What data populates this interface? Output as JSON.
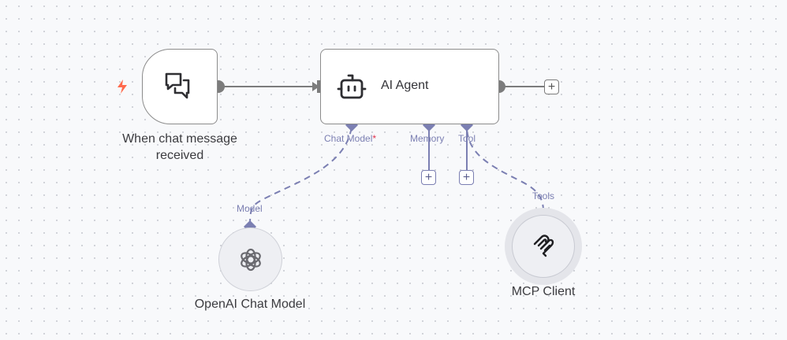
{
  "canvas": {
    "background": "#f8f9fb",
    "edge_color_main": "#7c7c7c",
    "edge_color_sub": "#7b7fb2",
    "trigger_icon_color": "#ff6a4d"
  },
  "nodes": {
    "trigger": {
      "label_line1": "When chat message",
      "label_line2": "received",
      "icon": "chat-bubbles-icon",
      "badge_icon": "lightning-bolt-icon"
    },
    "agent": {
      "title": "AI Agent",
      "icon": "robot-icon",
      "handles": {
        "chat_model": "Chat Model",
        "chat_model_required": "*",
        "memory": "Memory",
        "tool": "Tool"
      },
      "add_output": "+",
      "add_memory": "+",
      "add_tool": "+"
    },
    "openai": {
      "label": "OpenAI Chat Model",
      "handle_label": "Model",
      "icon": "openai-icon"
    },
    "mcp": {
      "label": "MCP Client",
      "handle_label": "Tools",
      "icon": "mcp-icon"
    }
  }
}
